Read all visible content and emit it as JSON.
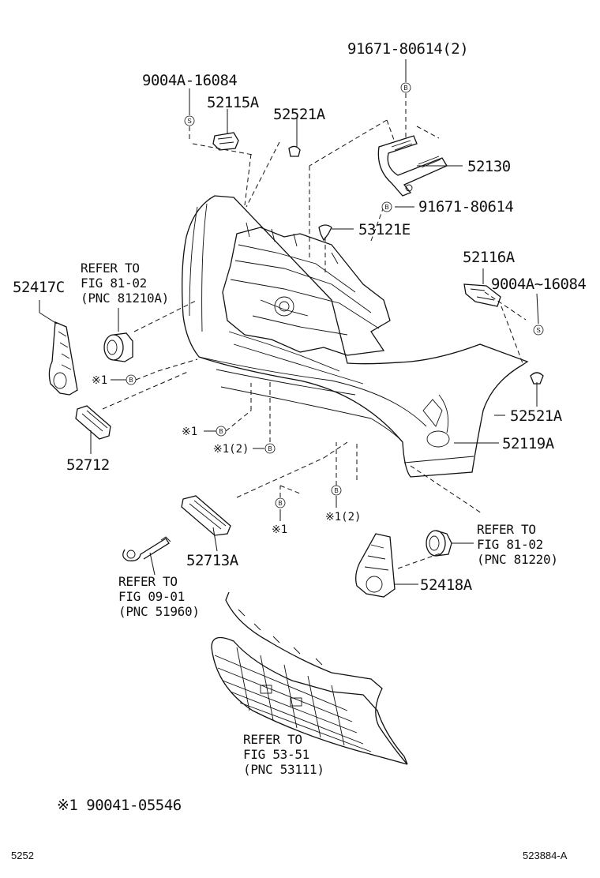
{
  "labels": {
    "clip_bracket_top": "91671-80614(2)",
    "bolt_left": "9004A-16084",
    "bracket_52115a": "52115A",
    "clip_52521a_top": "52521A",
    "support_52130": "52130",
    "clip_bracket_bottom": "91671-80614",
    "retainer_53121e": "53121E",
    "bracket_52116a": "52116A",
    "bolt_right": "9004A~16084",
    "cover_left": "52417C",
    "clip_52521a_right": "52521A",
    "bumper_cover": "52119A",
    "garnish_52712": "52712",
    "garnish_52713a": "52713A",
    "cover_right": "52418A"
  },
  "refs": {
    "fog_left": [
      "REFER TO",
      "FIG 81-02",
      "(PNC 81210A)"
    ],
    "fog_right": [
      "REFER TO",
      "FIG 81-02",
      "(PNC 81220)"
    ],
    "tow_hook": [
      "REFER TO",
      "FIG 09-01",
      "(PNC 51960)"
    ],
    "lower_grille": [
      "REFER TO",
      "FIG 53-51",
      "(PNC 53111)"
    ]
  },
  "callouts": {
    "c1": "※1",
    "c1b": "※1",
    "c1_2a": "※1(2)",
    "c1_2b": "※1(2)",
    "c1_mid": "※1"
  },
  "symbols": {
    "s": "S",
    "b": "B"
  },
  "footnote": "※1 90041-05546",
  "footer": {
    "left": "5252",
    "right": "523884-A"
  }
}
